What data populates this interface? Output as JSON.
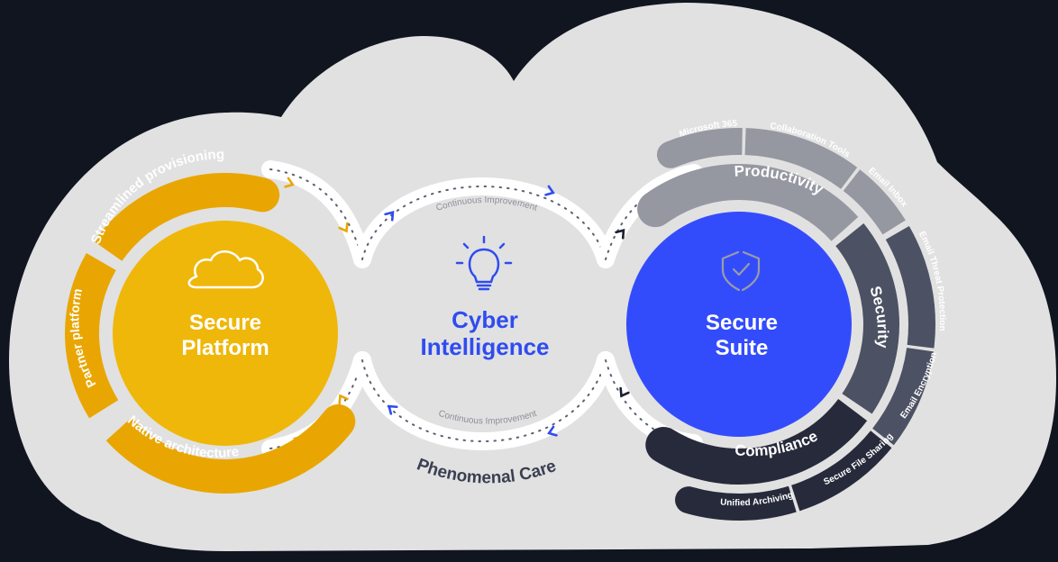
{
  "colors": {
    "background": "#111520",
    "cloud": "#e1e1e1",
    "platform_circle": "#efb70a",
    "platform_ring": "#e9a602",
    "intelligence_text": "#2f4cf0",
    "suite_circle": "#334cfb",
    "productivity": "#9597a1",
    "security": "#4c5163",
    "compliance": "#262a3b",
    "care_text": "#3a4052",
    "path_white": "#ffffff",
    "dots": "#5b6070",
    "arrow_orange": "#e9a602",
    "arrow_blue": "#2f4cf0",
    "arrow_dark": "#1b1f2e"
  },
  "secure_platform": {
    "icon": "cloud-icon",
    "title_line1": "Secure",
    "title_line2": "Platform",
    "segments": [
      {
        "label": "Streamlined provisioning"
      },
      {
        "label": "Partner platform"
      },
      {
        "label": "Native architecture"
      }
    ]
  },
  "cyber_intelligence": {
    "icon": "lightbulb-icon",
    "title_line1": "Cyber",
    "title_line2": "Intelligence",
    "top_loop_label": "Continuous Improvement",
    "bottom_loop_label": "Continuous Improvement"
  },
  "phenomenal_care": {
    "label": "Phenomenal Care"
  },
  "secure_suite": {
    "icon": "shield-check-icon",
    "title_line1": "Secure",
    "title_line2": "Suite",
    "inner_segments": [
      {
        "label": "Productivity"
      },
      {
        "label": "Security"
      },
      {
        "label": "Compliance"
      }
    ],
    "outer_segments": [
      {
        "label": "Microsoft 365",
        "group": "Productivity"
      },
      {
        "label": "Collaboration Tools",
        "group": "Productivity"
      },
      {
        "label": "Email Inbox",
        "group": "Productivity"
      },
      {
        "label": "Email Threat Protection",
        "group": "Security"
      },
      {
        "label": "Email Encryption",
        "group": "Security"
      },
      {
        "label": "Secure File Sharing",
        "group": "Compliance"
      },
      {
        "label": "Unified Archiving",
        "group": "Compliance"
      }
    ]
  }
}
